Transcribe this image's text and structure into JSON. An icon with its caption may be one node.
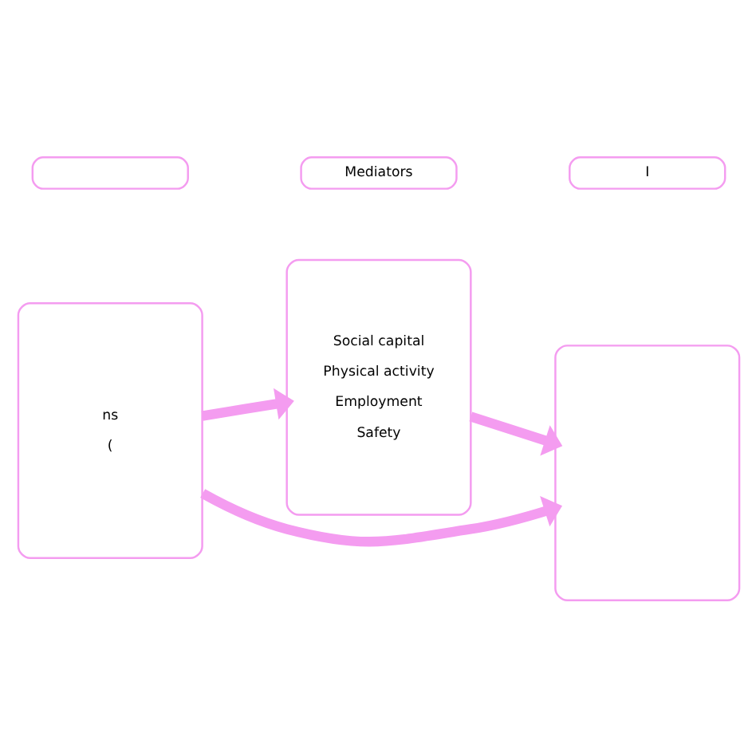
{
  "diagram": {
    "nodes": [
      {
        "text": [],
        "shape": "box"
      },
      {
        "text": [
          "Mediators"
        ]
      },
      {
        "text": [
          "I"
        ]
      },
      {
        "text": [
          "ns",
          "("
        ]
      },
      {
        "text": [
          "Social capital",
          "Physical activity",
          "Employment",
          "Safety"
        ]
      },
      {
        "text": [],
        "shape": "box"
      }
    ],
    "edges": [
      {
        "from": 3,
        "to": 4,
        "arrow": "to"
      },
      {
        "from": 4,
        "to": 5,
        "arrow": "to"
      },
      {
        "from": 3,
        "to": 5,
        "arrow": "to"
      }
    ]
  }
}
